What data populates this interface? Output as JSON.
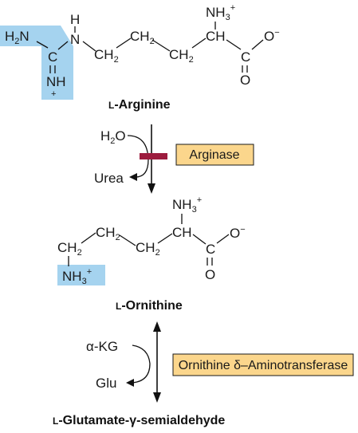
{
  "arginine": {
    "name_prefix": "L",
    "name_rest": "-Arginine",
    "H": "H",
    "N_amide": "N",
    "H2N_H": "H",
    "H2N_2": "2",
    "H2N_N": "N",
    "C_guan": "C",
    "NH_bottom": "NH",
    "plus": "+",
    "bond_eq": "=",
    "ch2a_C": "CH",
    "ch2a_2": "2",
    "ch2b_C": "CH",
    "ch2b_2": "2",
    "ch2c_C": "CH",
    "ch2c_2": "2",
    "alpha_CH": "CH",
    "nh3_N": "NH",
    "nh3_3": "3",
    "nh3_plus": "+",
    "C_carb": "C",
    "O_minus": "O",
    "minus": "−",
    "O_double": "O"
  },
  "step1": {
    "water_H": "H",
    "water_2": "2",
    "water_O": "O",
    "byproduct": "Urea",
    "enzyme": "Arginase"
  },
  "ornithine": {
    "name_prefix": "L",
    "name_rest": "-Ornithine",
    "nh3_N": "NH",
    "nh3_3": "3",
    "nh3_plus": "+",
    "ch_alpha": "CH",
    "ch2a_C": "CH",
    "ch2a_2": "2",
    "ch2b_C": "CH",
    "ch2b_2": "2",
    "ch2c_C": "CH",
    "ch2c_2": "2",
    "side_nh3_N": "NH",
    "side_nh3_3": "3",
    "side_nh3_plus": "+",
    "C_carb": "C",
    "O_minus": "O",
    "minus": "−",
    "O_double": "O"
  },
  "step2": {
    "cosubstrate_alpha": "α",
    "cosubstrate_rest": "-KG",
    "coproduct": "Glu",
    "enzyme_a": "Ornithine ",
    "enzyme_delta": "δ",
    "enzyme_b": "–Aminotransferase"
  },
  "product": {
    "name_prefix": "L",
    "name_a": "-Glutamate-",
    "name_gamma": "γ",
    "name_b": "-semialdehyde"
  },
  "colors": {
    "highlight_blue": "#a5d3ef",
    "enzyme_box_fill": "#fbd68c",
    "enzyme_box_stroke": "#1a1a1a",
    "inhibitor_bar": "#9c1c3e"
  }
}
